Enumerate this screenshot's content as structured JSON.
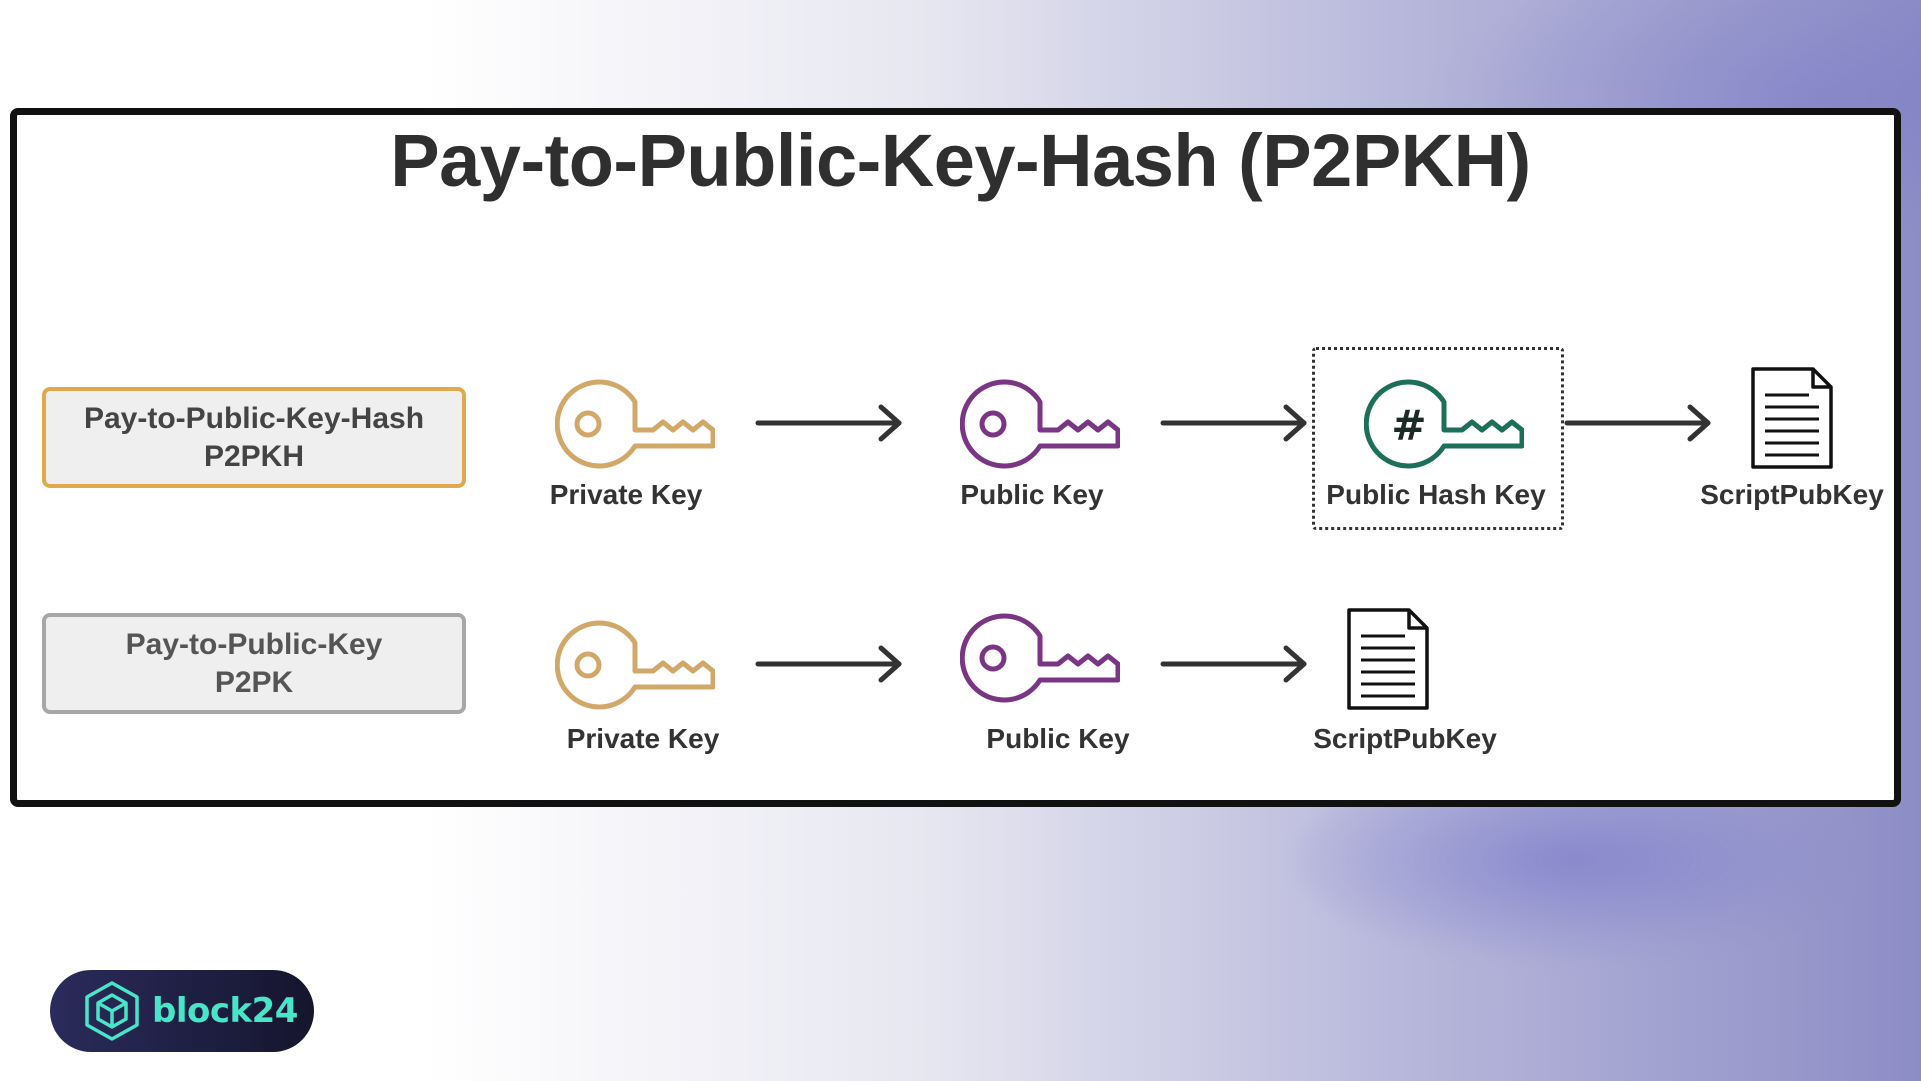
{
  "title": "Pay-to-Public-Key-Hash (P2PKH)",
  "rows": [
    {
      "type_line1": "Pay-to-Public-Key-Hash",
      "type_line2": "P2PKH",
      "steps": [
        "Private Key",
        "Public Key",
        "Public Hash Key",
        "ScriptPubKey"
      ]
    },
    {
      "type_line1": "Pay-to-Public-Key",
      "type_line2": "P2PK",
      "steps": [
        "Private Key",
        "Public Key",
        "ScriptPubKey"
      ]
    }
  ],
  "icons": {
    "private_key": "key-icon",
    "public_key": "key-icon",
    "hash_key": "hash-key-icon",
    "script": "document-icon"
  },
  "colors": {
    "private_key": "#d2a869",
    "public_key": "#7a3585",
    "hash_key": "#1c6f59",
    "active_border": "#e0a94d",
    "inactive_border": "#a7a7a7",
    "brand": "#48e5c9"
  },
  "brand": {
    "name": "block24"
  }
}
